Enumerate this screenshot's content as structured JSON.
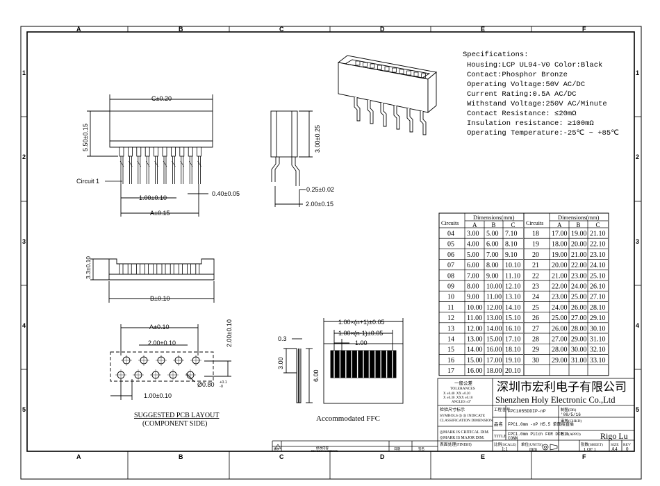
{
  "zones_cols": [
    "A",
    "B",
    "C",
    "D",
    "E",
    "F"
  ],
  "zones_rows": [
    "1",
    "2",
    "3",
    "4",
    "5"
  ],
  "spec": {
    "title": "Specifications:",
    "lines": [
      "Housing:LCP UL94-V0 Color:Black",
      "Contact:Phosphor Bronze",
      "Operating Voltage:50V AC/DC",
      "Current Rating:0.5A AC/DC",
      "Withstand Voltage:250V AC/Minute",
      "Contact Resistance: ≤20mΩ",
      "Insulation resistance: ≥100mΩ",
      "Operating Temperature:-25℃ ~ +85℃"
    ]
  },
  "dims": {
    "c": "C±0.20",
    "h550": "5.50±0.15",
    "circuit1": "Circuit 1",
    "p100": "1.00±0.10",
    "p040": "0.40±0.05",
    "a015": "A±0.15",
    "s300": "3.00±0.25",
    "s025": "0.25±0.02",
    "s200": "2.00±0.15",
    "t33": "3.3±0.10",
    "b": "B±0.10",
    "pa": "A±0.10",
    "p200": "2.00±0.10",
    "v200": "2.00±0.10",
    "hole": "Ø0.80",
    "hole_tol_top": "+0.1",
    "hole_tol_bot": "-0",
    "p100b": "1.00±0.10",
    "ffc_03": "0.3",
    "ffc_300": "3.00",
    "ffc_600": "6.00",
    "ffc_n1": "1.00×(n+1)±0.05",
    "ffc_nm1": "1.00×(n-1)±0.05",
    "ffc_100": "1.00"
  },
  "labels": {
    "pcb_title": "SUGGESTED PCB LAYOUT",
    "pcb_sub": "(COMPONENT SIDE)",
    "ffc": "Accommodated FFC"
  },
  "table": {
    "h_circuits": "Circuits",
    "h_dims": "Dimensions(mm)",
    "h_a": "A",
    "h_b": "B",
    "h_c": "C",
    "left": [
      [
        "04",
        "3.00",
        "5.00",
        "7.10"
      ],
      [
        "05",
        "4.00",
        "6.00",
        "8.10"
      ],
      [
        "06",
        "5.00",
        "7.00",
        "9.10"
      ],
      [
        "07",
        "6.00",
        "8.00",
        "10.10"
      ],
      [
        "08",
        "7.00",
        "9.00",
        "11.10"
      ],
      [
        "09",
        "8.00",
        "10.00",
        "12.10"
      ],
      [
        "10",
        "9.00",
        "11.00",
        "13.10"
      ],
      [
        "11",
        "10.00",
        "12.00",
        "14.10"
      ],
      [
        "12",
        "11.00",
        "13.00",
        "15.10"
      ],
      [
        "13",
        "12.00",
        "14.00",
        "16.10"
      ],
      [
        "14",
        "13.00",
        "15.00",
        "17.10"
      ],
      [
        "15",
        "14.00",
        "16.00",
        "18.10"
      ],
      [
        "16",
        "15.00",
        "17.00",
        "19.10"
      ],
      [
        "17",
        "16.00",
        "18.00",
        "20.10"
      ]
    ],
    "right": [
      [
        "18",
        "17.00",
        "19.00",
        "21.10"
      ],
      [
        "19",
        "18.00",
        "20.00",
        "22.10"
      ],
      [
        "20",
        "19.00",
        "21.00",
        "23.10"
      ],
      [
        "21",
        "20.00",
        "22.00",
        "24.10"
      ],
      [
        "22",
        "21.00",
        "23.00",
        "25.10"
      ],
      [
        "23",
        "22.00",
        "24.00",
        "26.10"
      ],
      [
        "24",
        "23.00",
        "25.00",
        "27.10"
      ],
      [
        "25",
        "24.00",
        "26.00",
        "28.10"
      ],
      [
        "26",
        "25.00",
        "27.00",
        "29.10"
      ],
      [
        "27",
        "26.00",
        "28.00",
        "30.10"
      ],
      [
        "28",
        "27.00",
        "29.00",
        "31.10"
      ],
      [
        "29",
        "28.00",
        "30.00",
        "32.10"
      ],
      [
        "30",
        "29.00",
        "31.00",
        "33.10"
      ]
    ]
  },
  "title_block": {
    "tol_title": "一般公差",
    "tol_en": "TOLERANCES",
    "tol_l1": "X  ±0.40   .XX ±0.20",
    "tol_l2": "X  ±0.30   .XXX ±0.10",
    "tol_l3": "ANGLES     ±3°",
    "sym_title": "检验尺寸标示",
    "sym_l1": "SYMBOLS ◎ ◎ INDICATE",
    "sym_l2": "CLASSIFICATION DIMENSION",
    "mark1": "◎MARK IS CRITICAL DIM.",
    "mark2": "◎MARK IS MAJOR DIM.",
    "finish": "表面处理(FINISH)",
    "company_cn": "深圳市宏利电子有限公司",
    "company_en": "Shenzhen Holy Electronic Co.,Ltd",
    "part_lbl": "工程\n图号",
    "part_no": "FPC1055DDIP-nP",
    "name_lbl": "品名",
    "name_val": "FPC1.0mm -nP H5.5 单面接直插",
    "title_lbl": "TITLE",
    "title_val1": "FPC1.0mm Pitch  FOR DIP",
    "title_val2": "CONN",
    "scale_lbl": "比例(SCALE)",
    "scale_val": "1:1",
    "unit_lbl": "单位(UNITS)",
    "unit_val": "mm",
    "dr_lbl": "制图(DR)",
    "dr_val": "'08/5/16",
    "chkd_lbl": "审核(CHKD)",
    "appd_lbl": "核准(APPD)",
    "appd_val": "Rigo Lu",
    "sheet_lbl": "张数(SHEET)",
    "sheet_val": "1  OF  1",
    "size_lbl": "SIZE",
    "size_val": "A4",
    "rev_lbl": "REV",
    "rev_val": "0",
    "revrow1": "修改内容",
    "revrow2": "REVISION CONTENTS",
    "revdate": "日期",
    "revsign": "签名",
    "revno": "版次"
  }
}
